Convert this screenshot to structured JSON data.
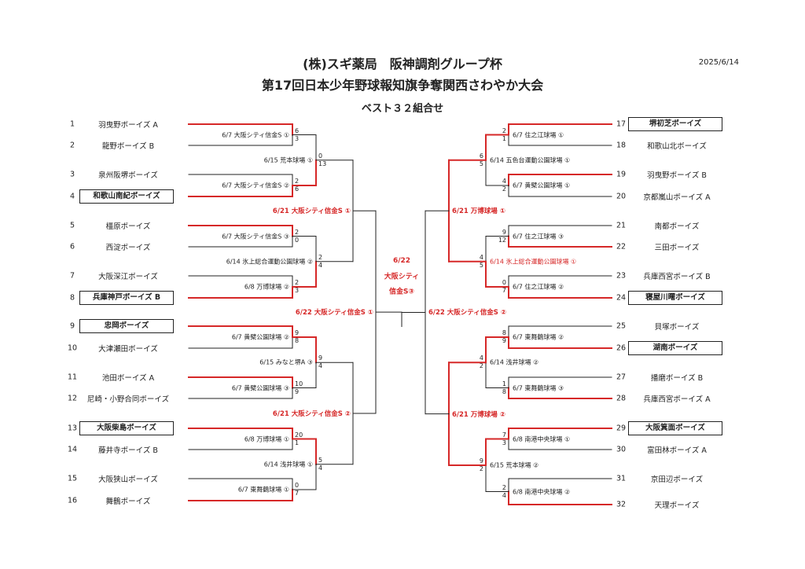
{
  "header": {
    "title_line1": "(株)スギ薬局　阪神調剤グループ杯",
    "title_line2": "第17回日本少年野球報知旗争奪関西さわやか大会",
    "title_line3": "ベスト３２組合せ",
    "date": "2025/6/14"
  },
  "left_teams": [
    {
      "seed": "1",
      "name": "羽曳野ボーイズ A",
      "boxed": false
    },
    {
      "seed": "2",
      "name": "龍野ボーイズ B",
      "boxed": false
    },
    {
      "seed": "3",
      "name": "泉州阪堺ボーイズ",
      "boxed": false
    },
    {
      "seed": "4",
      "name": "和歌山南紀ボーイズ",
      "boxed": true
    },
    {
      "seed": "5",
      "name": "橿原ボーイズ",
      "boxed": false
    },
    {
      "seed": "6",
      "name": "西淀ボーイズ",
      "boxed": false
    },
    {
      "seed": "7",
      "name": "大阪深江ボーイズ",
      "boxed": false
    },
    {
      "seed": "8",
      "name": "兵庫神戸ボーイズ B",
      "boxed": true
    },
    {
      "seed": "9",
      "name": "忠岡ボーイズ",
      "boxed": true
    },
    {
      "seed": "10",
      "name": "大津瀬田ボーイズ",
      "boxed": false
    },
    {
      "seed": "11",
      "name": "池田ボーイズ A",
      "boxed": false
    },
    {
      "seed": "12",
      "name": "尼崎・小野合同ボーイズ",
      "boxed": false
    },
    {
      "seed": "13",
      "name": "大阪柴島ボーイズ",
      "boxed": true
    },
    {
      "seed": "14",
      "name": "藤井寺ボーイズ B",
      "boxed": false
    },
    {
      "seed": "15",
      "name": "大阪狭山ボーイズ",
      "boxed": false
    },
    {
      "seed": "16",
      "name": "舞鶴ボーイズ",
      "boxed": false
    }
  ],
  "right_teams": [
    {
      "seed": "17",
      "name": "堺初芝ボーイズ",
      "boxed": true
    },
    {
      "seed": "18",
      "name": "和歌山北ボーイズ",
      "boxed": false
    },
    {
      "seed": "19",
      "name": "羽曳野ボーイズ B",
      "boxed": false
    },
    {
      "seed": "20",
      "name": "京都嵐山ボーイズ A",
      "boxed": false
    },
    {
      "seed": "21",
      "name": "南都ボーイズ",
      "boxed": false
    },
    {
      "seed": "22",
      "name": "三田ボーイズ",
      "boxed": false
    },
    {
      "seed": "23",
      "name": "兵庫西宮ボーイズ B",
      "boxed": false
    },
    {
      "seed": "24",
      "name": "寝屋川曙ボーイズ",
      "boxed": true
    },
    {
      "seed": "25",
      "name": "貝塚ボーイズ",
      "boxed": false
    },
    {
      "seed": "26",
      "name": "湖南ボーイズ",
      "boxed": true
    },
    {
      "seed": "27",
      "name": "播磨ボーイズ B",
      "boxed": false
    },
    {
      "seed": "28",
      "name": "兵庫西宮ボーイズ A",
      "boxed": false
    },
    {
      "seed": "29",
      "name": "大阪箕面ボーイズ",
      "boxed": true
    },
    {
      "seed": "30",
      "name": "富田林ボーイズ A",
      "boxed": false
    },
    {
      "seed": "31",
      "name": "京田辺ボーイズ",
      "boxed": false
    },
    {
      "seed": "32",
      "name": "天理ボーイズ",
      "boxed": false
    }
  ],
  "left_r1": [
    {
      "venue": "6/7 大阪シティ信金S ①",
      "s1": "6",
      "s2": "3",
      "winner": 1
    },
    {
      "venue": "6/7 大阪シティ信金S ②",
      "s1": "2",
      "s2": "6",
      "winner": 2
    },
    {
      "venue": "6/7 大阪シティ信金S ③",
      "s1": "2",
      "s2": "0",
      "winner": 1
    },
    {
      "venue": "6/8 万博球場 ②",
      "s1": "2",
      "s2": "3",
      "winner": 2
    },
    {
      "venue": "6/7 黄檗公園球場 ②",
      "s1": "9",
      "s2": "8",
      "winner": 1
    },
    {
      "venue": "6/7 黄檗公園球場 ③",
      "s1": "10",
      "s2": "9",
      "winner": 1
    },
    {
      "venue": "6/8 万博球場 ①",
      "s1": "20",
      "s2": "1",
      "winner": 1
    },
    {
      "venue": "6/7 東舞鶴球場 ①",
      "s1": "0",
      "s2": "7",
      "winner": 2
    }
  ],
  "left_r2": [
    {
      "venue": "6/15 荒本球場 ①",
      "s1": "0",
      "s2": "13",
      "winner": 2,
      "red": false
    },
    {
      "venue": "6/14 氷上総合運動公園球場 ②",
      "s1": "2",
      "s2": "4",
      "winner": 2,
      "red": false
    },
    {
      "venue": "6/15 みなと堺A ③",
      "s1": "9",
      "s2": "4",
      "winner": 1,
      "red": false
    },
    {
      "venue": "6/14 浅井球場 ①",
      "s1": "5",
      "s2": "4",
      "winner": 1,
      "red": false
    }
  ],
  "left_r3": [
    {
      "venue": "6/21 大阪シティ信金S ①"
    },
    {
      "venue": "6/21 大阪シティ信金S ②"
    }
  ],
  "left_r4": {
    "venue": "6/22 大阪シティ信金S ①"
  },
  "right_r1": [
    {
      "venue": "6/7 住之江球場 ①",
      "s1": "2",
      "s2": "1",
      "winner": 1
    },
    {
      "venue": "6/7 黄檗公園球場 ①",
      "s1": "4",
      "s2": "2",
      "winner": 1
    },
    {
      "venue": "6/7 住之江球場 ③",
      "s1": "9",
      "s2": "12",
      "winner": 2
    },
    {
      "venue": "6/7 住之江球場 ②",
      "s1": "0",
      "s2": "7",
      "winner": 2
    },
    {
      "venue": "6/7 東舞鶴球場 ②",
      "s1": "8",
      "s2": "9",
      "winner": 2
    },
    {
      "venue": "6/7 東舞鶴球場 ③",
      "s1": "1",
      "s2": "8",
      "winner": 2
    },
    {
      "venue": "6/8 南港中央球場 ①",
      "s1": "7",
      "s2": "3",
      "winner": 1
    },
    {
      "venue": "6/8 南港中央球場 ②",
      "s1": "2",
      "s2": "4",
      "winner": 2
    }
  ],
  "right_r2": [
    {
      "venue": "6/14 五色台運動公園球場 ①",
      "s1": "6",
      "s2": "5",
      "winner": 1,
      "red": false
    },
    {
      "venue": "6/14 氷上総合運動公園球場 ①",
      "s1": "4",
      "s2": "5",
      "winner": 2,
      "red": true
    },
    {
      "venue": "6/14 浅井球場 ②",
      "s1": "4",
      "s2": "2",
      "winner": 1,
      "red": false
    },
    {
      "venue": "6/15 荒本球場 ②",
      "s1": "9",
      "s2": "2",
      "winner": 1,
      "red": false
    }
  ],
  "right_r3": [
    {
      "venue": "6/21 万博球場 ①"
    },
    {
      "venue": "6/21 万博球場 ②"
    }
  ],
  "right_r4": {
    "venue": "6/22 大阪シティ信金S ②"
  },
  "final": {
    "line1": "6/22",
    "line2": "大阪シティ",
    "line3": "信金S③"
  },
  "colors": {
    "win": "#d62828",
    "line": "#222222"
  }
}
